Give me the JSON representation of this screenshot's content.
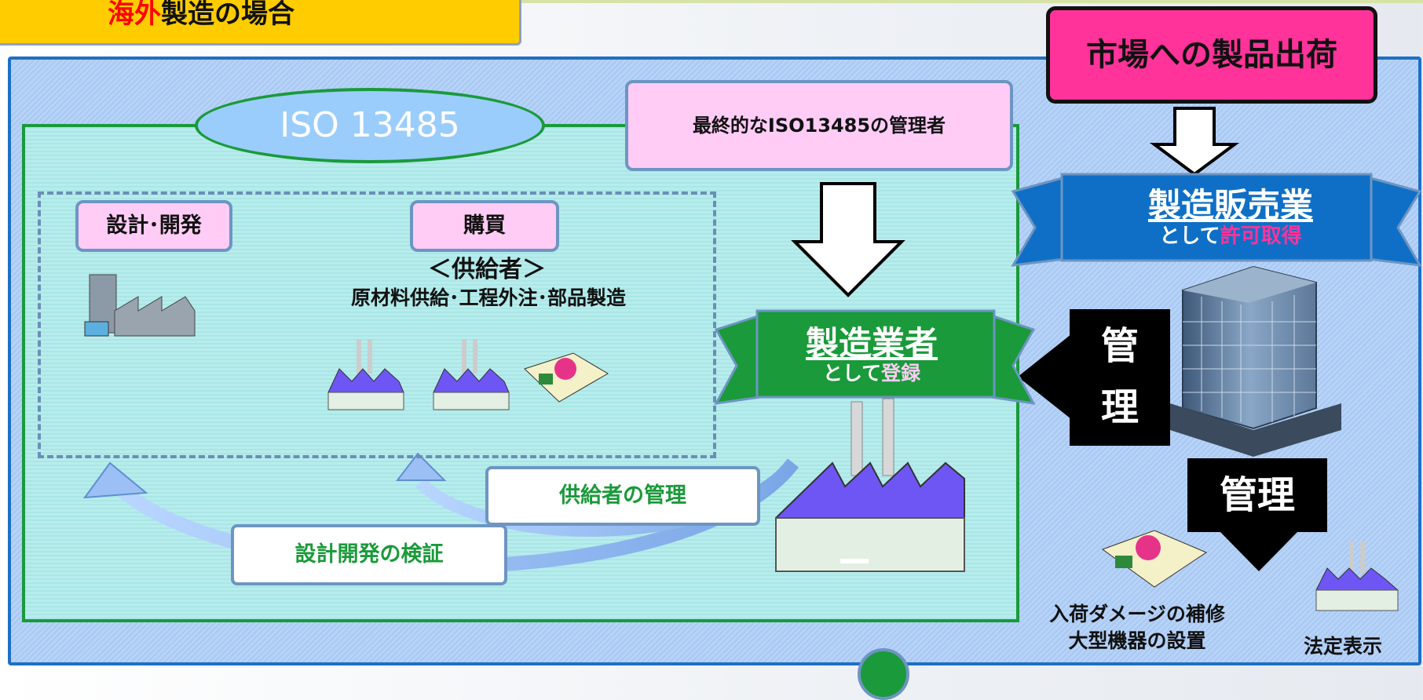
{
  "title": {
    "highlight": "海外",
    "rest": "製造の場合"
  },
  "iso_label": "ISO 13485",
  "boxes": {
    "final_manager": "最終的なISO13485の管理者",
    "design_dev": "設計･開発",
    "purchase": "購買",
    "supplier_mgmt": "供給者の管理",
    "design_verify": "設計開発の検証",
    "market_shipment": "市場への製品出荷"
  },
  "supplier": {
    "heading": "＜供給者＞",
    "subtitle": "原材料供給･工程外注･部品製造"
  },
  "ribbons": {
    "manufacturer": {
      "main": "製造業者",
      "sub_prefix": "として",
      "sub_highlight": "登録"
    },
    "seller": {
      "main": "製造販売業",
      "sub_prefix": "として",
      "sub_highlight": "許可取得"
    }
  },
  "management": {
    "vertical_line1": "管",
    "vertical_line2": "理",
    "horizontal": "管理"
  },
  "captions": {
    "repair_line1": "入荷ダメージの補修",
    "repair_line2": "大型機器の設置",
    "legal_label": "法定表示"
  },
  "colors": {
    "green": "#1a9a3a",
    "blue_ribbon": "#0f6fc6",
    "pink": "#ffccf6",
    "magenta": "#ff3399",
    "yellow": "#ffcc00",
    "factory_roof": "#6e56f5"
  }
}
